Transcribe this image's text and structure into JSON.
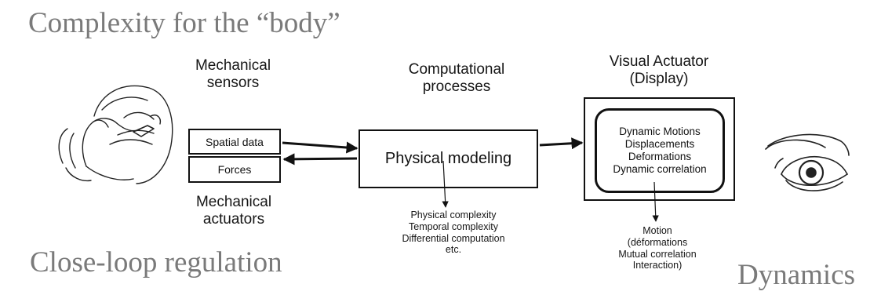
{
  "headings": {
    "top": "Complexity for the “body”",
    "bottom_left": "Close-loop regulation",
    "bottom_right": "Dynamics"
  },
  "sensors": {
    "title": [
      "Mechanical",
      "sensors"
    ],
    "spatial": "Spatial data",
    "forces": "Forces",
    "actuators_title": [
      "Mechanical",
      "actuators"
    ]
  },
  "computation": {
    "title": [
      "Computational",
      "processes"
    ],
    "box": "Physical modeling",
    "notes": [
      "Physical complexity",
      "Temporal complexity",
      "Differential computation",
      "etc."
    ]
  },
  "visual": {
    "title": [
      "Visual Actuator",
      "(Display)"
    ],
    "box": [
      "Dynamic Motions",
      "Displacements",
      "Deformations",
      "Dynamic correlation"
    ],
    "notes": [
      "Motion",
      "(déformations",
      "Mutual correlation",
      "Interaction)"
    ]
  },
  "icons": {
    "hand": "hand-holding-device-icon",
    "eye": "eye-icon"
  }
}
